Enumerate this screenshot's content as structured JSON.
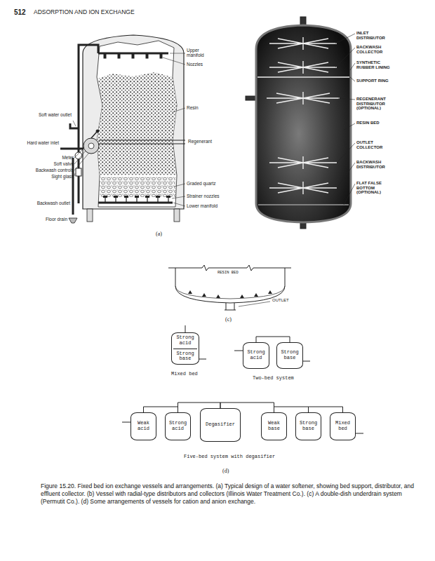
{
  "diagram": {
    "caption": "Figure 15.20. Fixed bed ion exchange vessels and arrangements. (a) Typical design of a water softener, showing bed support, distributor, and effluent collector. (b) Vessel with radial-type distributors and collectors (Illinois Water Treatment Co.). (c) A double-dish underdrain system (Permutit Co.). (d) Some arrangements of vessels for cation and anion exchange.",
    "nodes": [
      {
        "text": [
          "Strong acid",
          "Strong base"
        ]
      },
      {
        "text": [
          "Strong acid"
        ]
      },
      {
        "text": [
          "Strong base"
        ]
      },
      {
        "text": [
          "Weak acid"
        ]
      },
      {
        "text": [
          "Strong acid"
        ]
      },
      {
        "text": [
          "Degasifier"
        ]
      },
      {
        "text": [
          "Weak base"
        ]
      },
      {
        "text": [
          "Strong base"
        ]
      },
      {
        "text": [
          "Mixed bed"
        ]
      }
    ],
    "edges": [
      {
        "from": 1,
        "to": 2,
        "arrow": "none"
      },
      {
        "from": 3,
        "to": 4,
        "arrow": "none"
      },
      {
        "from": 4,
        "to": 5,
        "arrow": "none"
      },
      {
        "from": 5,
        "to": 6,
        "arrow": "none"
      },
      {
        "from": 6,
        "to": 7,
        "arrow": "none"
      },
      {
        "from": 7,
        "to": 8,
        "arrow": "none"
      }
    ],
    "labels": [
      "512",
      "ADSORPTION AND ION EXCHANGE",
      "Upper manifold",
      "Nozzles",
      "Resin",
      "Soft water outlet",
      "Hard water inlet",
      "Meter",
      "Soft valve",
      "Backwash controls",
      "Sight glass",
      "Regenerant",
      "Graded quartz",
      "Backwash outlet",
      "Strainer nozzles",
      "Floor drain",
      "Lower manifold",
      "(a)",
      "INLET DISTRIBUTOR",
      "BACKWASH COLLECTOR",
      "SYNTHETIC RUBBER LINING",
      "SUPPORT RING",
      "REGENERANT DISTRIBUTOR (OPTIONAL)",
      "RESIN BED",
      "OUTLET COLLECTOR",
      "BACKWASH DISTRIBUTOR",
      "FLAT FALSE BOTTOM (OPTIONAL)",
      "RESIN BED",
      "OUTLET",
      "(c)",
      "Mixed bed",
      "Two-bed system",
      "Five-bed system with degasifier",
      "(d)"
    ]
  }
}
